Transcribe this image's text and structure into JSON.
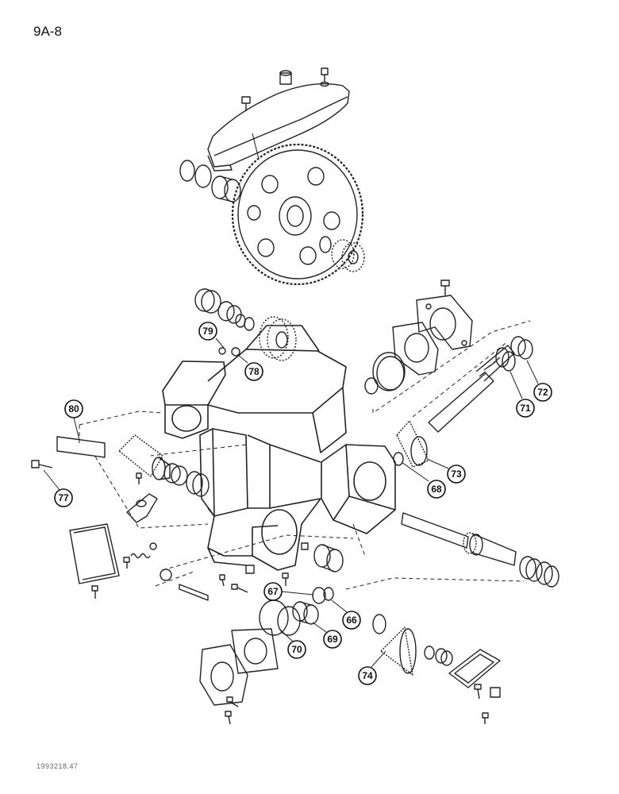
{
  "page": {
    "label": "9A-8",
    "catalog_code": "1993218.47"
  },
  "callouts": [
    "66",
    "67",
    "68",
    "69",
    "70",
    "71",
    "72",
    "73",
    "74",
    "77",
    "78",
    "79",
    "80"
  ]
}
